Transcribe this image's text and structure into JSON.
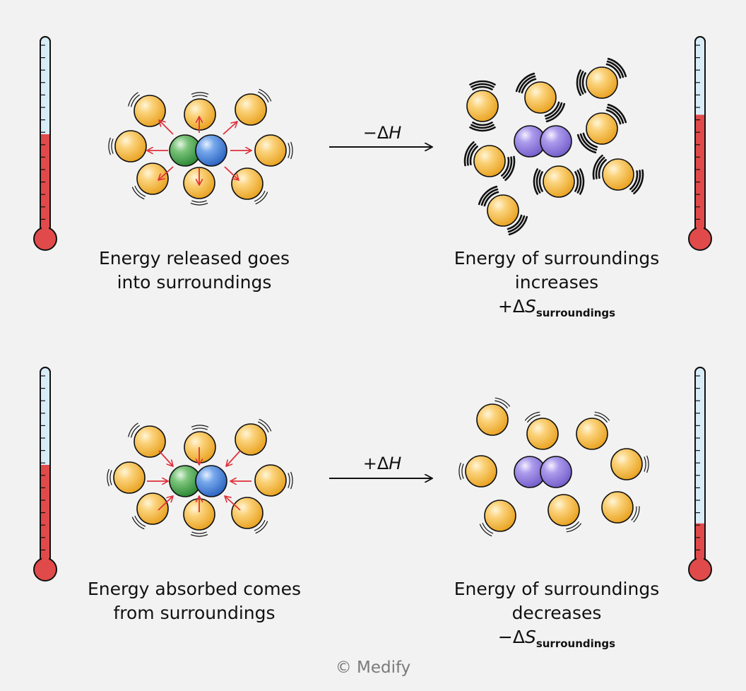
{
  "diagram": {
    "row1": {
      "arrow_label_sign": "−Δ",
      "arrow_label_var": "H",
      "left_caption": [
        "Energy released goes",
        "into surroundings"
      ],
      "right_caption": [
        "Energy of surroundings",
        "increases"
      ],
      "entropy_sign": "+Δ",
      "entropy_var": "S",
      "entropy_sub": "surroundings",
      "left_thermometer_level": 0.5,
      "right_thermometer_level": 0.6
    },
    "row2": {
      "arrow_label_sign": "+Δ",
      "arrow_label_var": "H",
      "left_caption": [
        "Energy absorbed comes",
        "from surroundings"
      ],
      "right_caption": [
        "Energy of surroundings",
        "decreases"
      ],
      "entropy_sign": "−Δ",
      "entropy_var": "S",
      "entropy_sub": "surroundings",
      "left_thermometer_level": 0.5,
      "right_thermometer_level": 0.2
    },
    "colors": {
      "particle": "#f4b73f",
      "green_atom": "#3e9a43",
      "blue_atom": "#3f7fd1",
      "purple_atom": "#8a74d6",
      "arrow": "#e0303a",
      "thermo_red": "#e14a4a",
      "thermo_blue": "#d8ecf7"
    },
    "copyright": "© Medify"
  }
}
